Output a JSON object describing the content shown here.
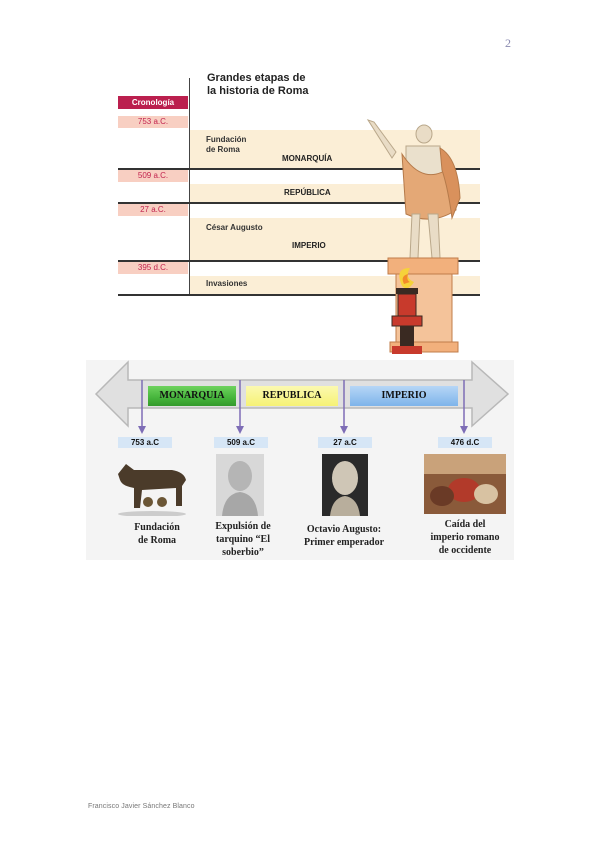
{
  "page_number": "2",
  "footer": "Francisco Javier Sánchez Blanco",
  "figure1": {
    "title_line1": "Grandes etapas de",
    "title_line2": "la historia de Roma",
    "cronologia": "Cronología",
    "dates": [
      "753 a.C.",
      "509 a.C.",
      "27 a.C.",
      "395 d.C."
    ],
    "events": {
      "fundacion_1": "Fundación",
      "fundacion_2": "de Roma",
      "cesar": "César Augusto",
      "invasiones": "Invasiones"
    },
    "periods": {
      "monarquia": "MONARQUÍA",
      "republica": "REPÚBLICA",
      "imperio": "IMPERIO"
    }
  },
  "figure2": {
    "periods": [
      {
        "label": "MONARQUIA",
        "color": "#45b43b"
      },
      {
        "label": "REPUBLICA",
        "color": "#f6f275"
      },
      {
        "label": "IMPERIO",
        "color": "#7eb4ea"
      }
    ],
    "dates": [
      "753 a.C",
      "509 a.C",
      "27 a.C",
      "476 d.C"
    ],
    "captions": {
      "c1_l1": "Fundación",
      "c1_l2": "de Roma",
      "c2_l1": "Expulsión de",
      "c2_l2": "tarquino “El",
      "c2_l3": "soberbio”",
      "c3_l1": "Octavio Augusto:",
      "c3_l2": "Primer emperador",
      "c4_l1": "Caída del",
      "c4_l2": "imperio romano",
      "c4_l3": "de occidente"
    }
  }
}
